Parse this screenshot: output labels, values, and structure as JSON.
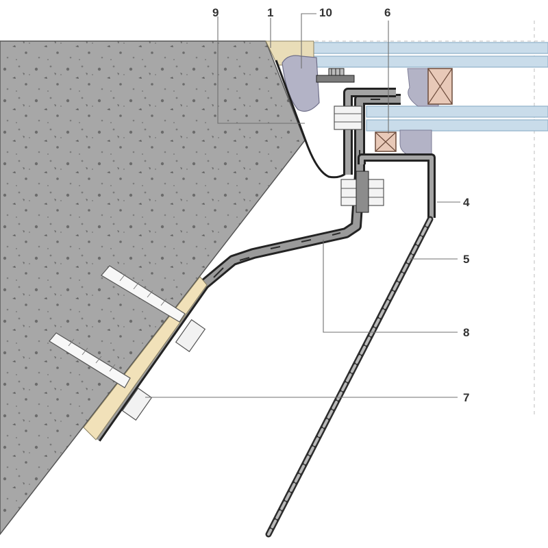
{
  "callouts": [
    {
      "id": "9",
      "text": "9"
    },
    {
      "id": "1",
      "text": "1"
    },
    {
      "id": "10",
      "text": "10"
    },
    {
      "id": "6",
      "text": "6"
    },
    {
      "id": "4",
      "text": "4"
    },
    {
      "id": "5",
      "text": "5"
    },
    {
      "id": "8",
      "text": "8"
    },
    {
      "id": "7",
      "text": "7"
    }
  ],
  "colors": {
    "concrete": "#a7a7a7",
    "concrete_speckle": "#6b6b6b",
    "glass": "#c9dcea",
    "glass_edge": "#8fb0c8",
    "sealant": "#b3b3c6",
    "shim": "#e3d5b5",
    "steel": "#8a8a8a",
    "outline": "#2a2a2a",
    "wedge": "#f1e1b9"
  }
}
